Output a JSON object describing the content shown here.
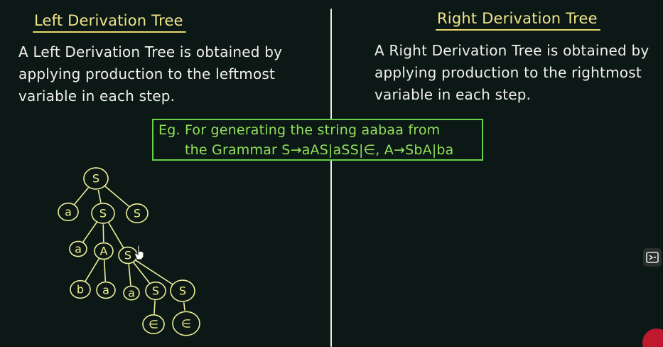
{
  "left": {
    "heading": "Left Derivation Tree",
    "lines": [
      "A Left Derivation Tree is obtained by",
      "applying production to the leftmost",
      "variable in each step."
    ]
  },
  "right": {
    "heading": "Right Derivation Tree",
    "lines": [
      "A Right Derivation Tree is obtained by",
      "applying production to the rightmost",
      "variable in each step."
    ]
  },
  "example": {
    "line1": "Eg.  For generating the string aabaa from",
    "line2": "the Grammar S→aAS|aSS|∈,  A→SbA|ba"
  },
  "tree": {
    "nodes": [
      {
        "id": "n1",
        "label": "S"
      },
      {
        "id": "n2",
        "label": "a"
      },
      {
        "id": "n3",
        "label": "S"
      },
      {
        "id": "n4",
        "label": "S"
      },
      {
        "id": "n5",
        "label": "a"
      },
      {
        "id": "n6",
        "label": "A"
      },
      {
        "id": "n7",
        "label": "S"
      },
      {
        "id": "n8",
        "label": "b"
      },
      {
        "id": "n9",
        "label": "a"
      },
      {
        "id": "n10",
        "label": "a"
      },
      {
        "id": "n11",
        "label": "S"
      },
      {
        "id": "n12",
        "label": "S"
      },
      {
        "id": "n13",
        "label": "∈"
      },
      {
        "id": "n14",
        "label": "∈"
      }
    ],
    "edges": [
      [
        "n1",
        "n2"
      ],
      [
        "n1",
        "n3"
      ],
      [
        "n1",
        "n4"
      ],
      [
        "n3",
        "n5"
      ],
      [
        "n3",
        "n6"
      ],
      [
        "n3",
        "n7"
      ],
      [
        "n6",
        "n8"
      ],
      [
        "n6",
        "n9"
      ],
      [
        "n7",
        "n10"
      ],
      [
        "n7",
        "n11"
      ],
      [
        "n7",
        "n12"
      ],
      [
        "n11",
        "n13"
      ],
      [
        "n12",
        "n14"
      ]
    ]
  },
  "colors": {
    "background": "#0c1815",
    "heading": "#f1e58a",
    "body_text": "#f0f0ea",
    "example_text": "#92e05c",
    "example_border": "#69d04a",
    "tree": "#ecee9a"
  },
  "icons": {
    "side": "screen-share-icon",
    "corner": "logo-icon",
    "cursor": "hand-cursor-icon"
  }
}
